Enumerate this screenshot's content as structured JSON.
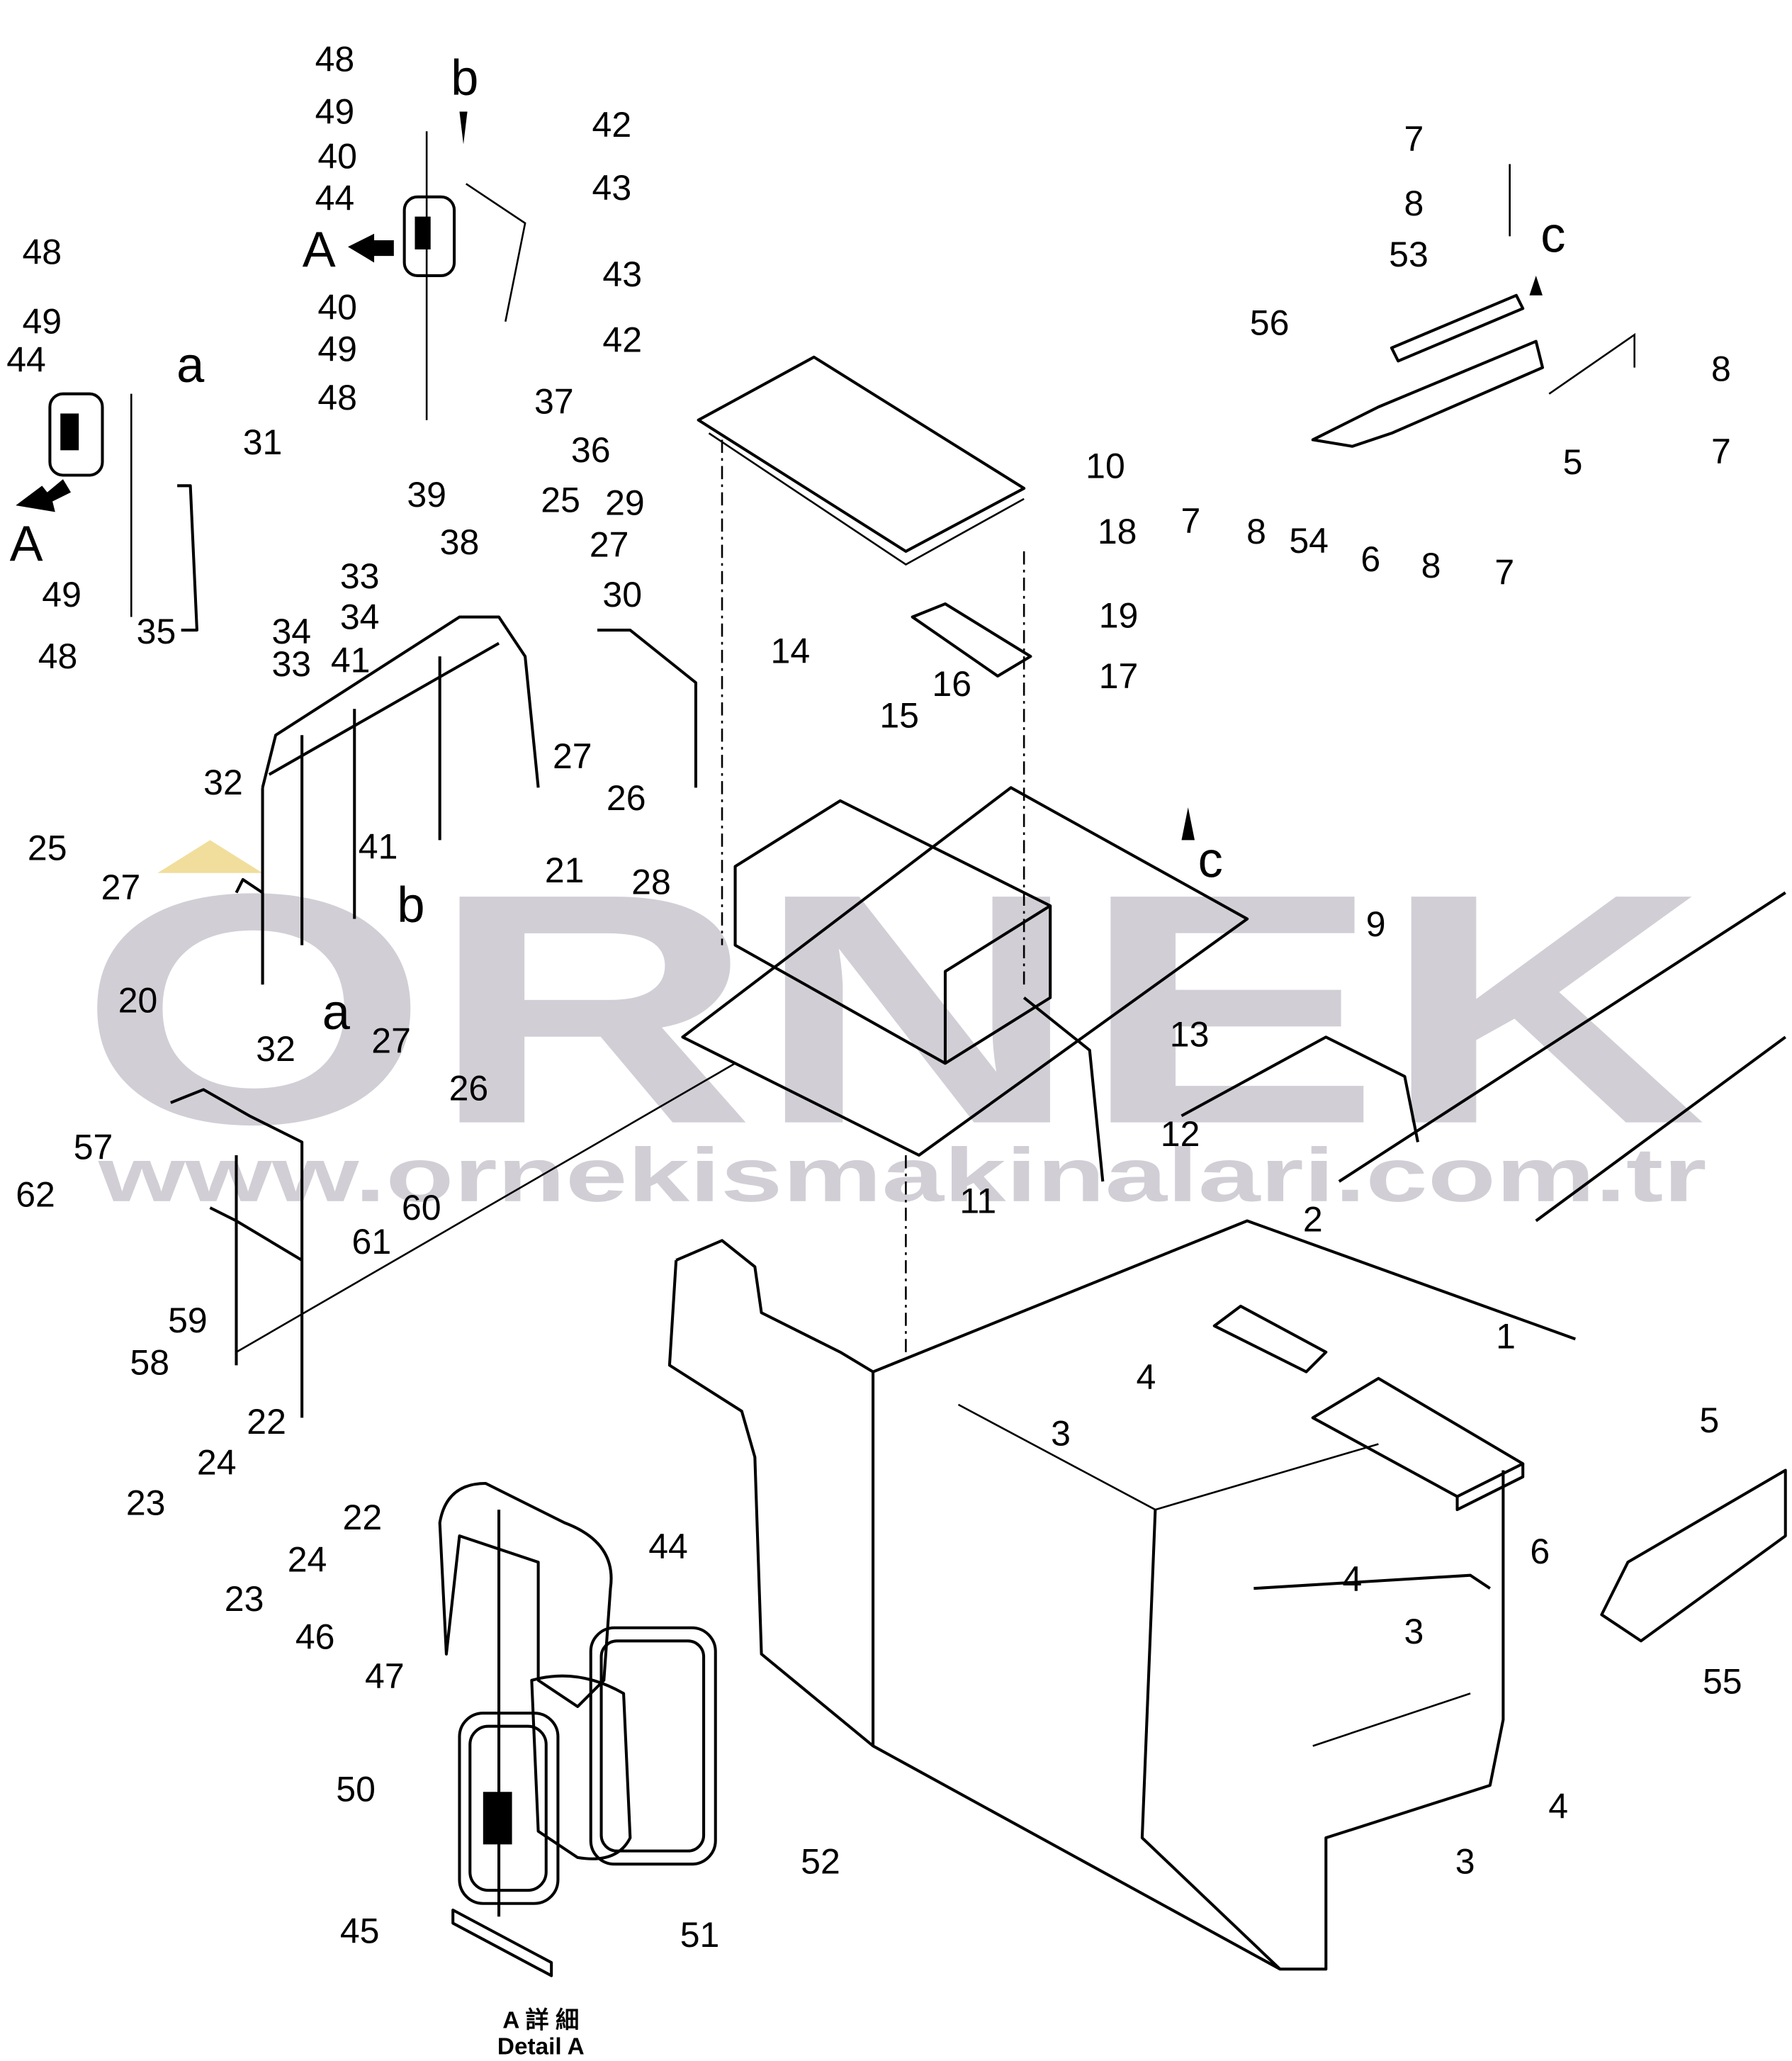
{
  "diagram": {
    "type": "exploded parts diagram",
    "callouts": [
      "48",
      "49",
      "40",
      "44",
      "40",
      "49",
      "48",
      "42",
      "43",
      "43",
      "42",
      "b",
      "A",
      "48",
      "49",
      "44",
      "a",
      "A",
      "31",
      "49",
      "48",
      "35",
      "37",
      "36",
      "39",
      "25",
      "29",
      "38",
      "27",
      "33",
      "34",
      "34",
      "33",
      "41",
      "30",
      "27",
      "26",
      "32",
      "41",
      "21",
      "28",
      "b",
      "25",
      "27",
      "32",
      "a",
      "27",
      "26",
      "20",
      "57",
      "62",
      "60",
      "61",
      "59",
      "58",
      "22",
      "23",
      "24",
      "22",
      "23",
      "24",
      "46",
      "47",
      "44",
      "50",
      "52",
      "45",
      "51",
      "10",
      "18",
      "19",
      "17",
      "14",
      "15",
      "16",
      "c",
      "9",
      "13",
      "12",
      "11",
      "7",
      "8",
      "53",
      "c",
      "56",
      "8",
      "7",
      "5",
      "7",
      "8",
      "54",
      "6",
      "8",
      "7",
      "2",
      "1",
      "4",
      "3",
      "5",
      "6",
      "4",
      "3",
      "55",
      "4",
      "3"
    ],
    "caption": {
      "line1": "A 詳 細",
      "line2": "Detail A"
    }
  },
  "watermark": {
    "logo": "ORNEK",
    "url": "www.ornekismakinalari.com.tr"
  }
}
